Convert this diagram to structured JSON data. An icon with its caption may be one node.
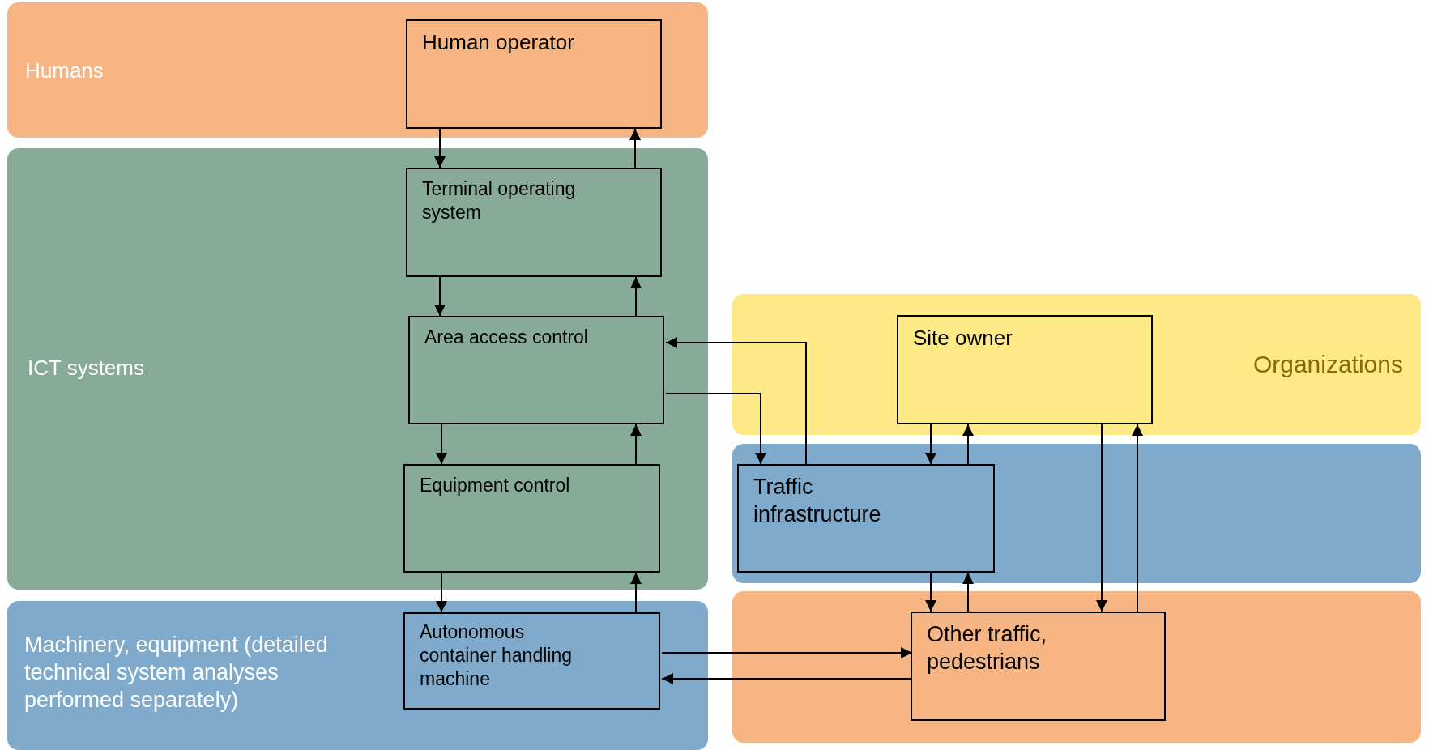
{
  "diagram": {
    "nodes": [
      {
        "text": [
          "Humans"
        ]
      },
      {
        "text": [
          "Human operator"
        ],
        "in": 0
      },
      {
        "text": [
          "ICT systems"
        ]
      },
      {
        "text": [
          "Terminal operating system"
        ],
        "in": 2
      },
      {
        "text": [
          "Area access control"
        ],
        "in": 2
      },
      {
        "text": [
          "Equipment control"
        ],
        "in": 2
      },
      {
        "text": [
          "Organizations"
        ]
      },
      {
        "text": [
          "Site owner"
        ],
        "in": 6
      },
      {
        "text": [],
        "shape": "box"
      },
      {
        "text": [
          "Traffic infrastructure"
        ],
        "in": 8
      },
      {
        "text": [
          "Machinery, equipment (detailed technical system analyses performed separately)"
        ]
      },
      {
        "text": [
          "Autonomous container handling machine"
        ],
        "in": 10
      },
      {
        "text": [],
        "shape": "box"
      },
      {
        "text": [
          "Other traffic, pedestrians"
        ],
        "in": 12
      }
    ],
    "edges": [
      {
        "from": 1,
        "to": 3,
        "arrow": "to"
      },
      {
        "from": 3,
        "to": 1,
        "arrow": "to"
      },
      {
        "from": 3,
        "to": 4,
        "arrow": "to"
      },
      {
        "from": 4,
        "to": 3,
        "arrow": "to"
      },
      {
        "from": 4,
        "to": 5,
        "arrow": "to"
      },
      {
        "from": 5,
        "to": 4,
        "arrow": "to"
      },
      {
        "from": 5,
        "to": 11,
        "arrow": "to"
      },
      {
        "from": 11,
        "to": 5,
        "arrow": "to"
      },
      {
        "from": 9,
        "to": 4,
        "arrow": "to"
      },
      {
        "from": 4,
        "to": 9,
        "arrow": "to"
      },
      {
        "from": 7,
        "to": 9,
        "arrow": "to"
      },
      {
        "from": 9,
        "to": 7,
        "arrow": "to"
      },
      {
        "from": 9,
        "to": 13,
        "arrow": "to"
      },
      {
        "from": 13,
        "to": 9,
        "arrow": "to"
      },
      {
        "from": 7,
        "to": 13,
        "arrow": "to"
      },
      {
        "from": 13,
        "to": 7,
        "arrow": "to"
      },
      {
        "from": 11,
        "to": 13,
        "arrow": "to"
      },
      {
        "from": 13,
        "to": 11,
        "arrow": "to"
      }
    ]
  }
}
